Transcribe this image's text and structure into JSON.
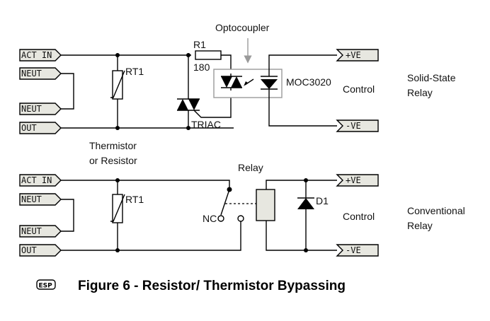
{
  "top_circuit": {
    "terminals": {
      "act_in": "ACT IN",
      "neut_1": "NEUT",
      "neut_2": "NEUT",
      "out": "OUT",
      "pos": "+VE",
      "neg": "-VE"
    },
    "optocoupler_label": "Optocoupler",
    "r1_label": "R1",
    "r1_value": "180",
    "rt1_label": "RT1",
    "opto_part": "MOC3020",
    "control_label": "Control",
    "triac_label": "TRIAC",
    "relay_type_line1": "Solid-State",
    "relay_type_line2": "Relay"
  },
  "middle_label": {
    "line1": "Thermistor",
    "line2": "or Resistor"
  },
  "bottom_circuit": {
    "terminals": {
      "act_in": "ACT IN",
      "neut_1": "NEUT",
      "neut_2": "NEUT",
      "out": "OUT",
      "pos": "+VE",
      "neg": "-VE"
    },
    "relay_label": "Relay",
    "rt1_label": "RT1",
    "nc_label": "NC",
    "d1_label": "D1",
    "control_label": "Control",
    "relay_type_line1": "Conventional",
    "relay_type_line2": "Relay"
  },
  "figure": {
    "logo_text": "ESP",
    "caption": "Figure 6 - Resistor/ Thermistor Bypassing"
  }
}
